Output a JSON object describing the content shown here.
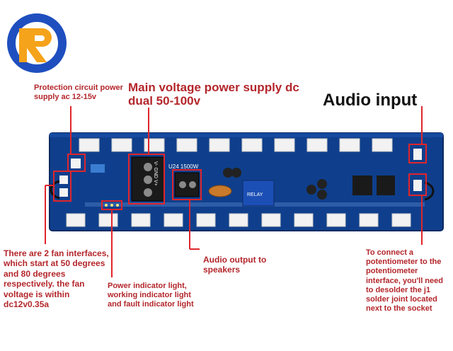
{
  "labels": {
    "protection": "Protection circuit power supply ac 12-15v",
    "main_voltage": "Main voltage power supply dc dual 50-100v",
    "audio_input": "Audio input",
    "fan": "There are 2 fan interfaces, which start at 50 degrees and 80 degrees respectively. the fan voltage is within dc12v0.35a",
    "power_indicator": "Power indicator light, working indicator light and fault indicator light",
    "audio_output": "Audio output to speakers",
    "potentiometer": "To connect a potentiometer to the potentiometer interface, you'll need to desolder the j1 solder joint located next to the socket"
  },
  "board_silkscreen": {
    "terminal_main": "V- GND V+",
    "model": "U24 1500W",
    "relay": "RELAY"
  },
  "colors": {
    "label_red": "#b3262b",
    "annotation_red": "#e0252b",
    "pcb_blue": "#0f3f8c",
    "logo_blue": "#1f4fbf",
    "logo_orange": "#f5a31a"
  },
  "icons": {
    "logo": "qr-logo"
  }
}
